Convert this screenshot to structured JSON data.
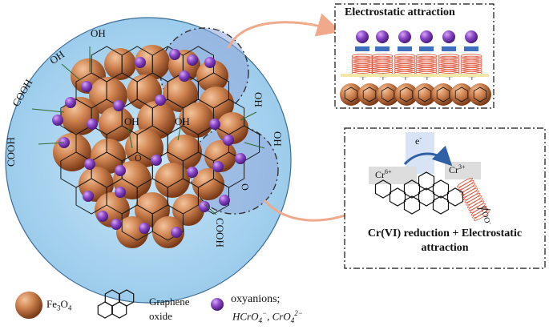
{
  "title_electrostatic": "Electrostatic attraction",
  "title_reduction": "Cr(VI) reduction + Electrostatic attraction",
  "cr6_label": "Cr6+",
  "cr3_label": "Cr3+",
  "electron_label": "e-",
  "coo_label": "COO-",
  "groups": {
    "oh_top": "OH",
    "oh_left": "OH",
    "oh_center_left": "OH",
    "oh_center_right": "OH",
    "oh_right": "OH",
    "oh_far_right": "OH",
    "cooh_left_upper": "COOH",
    "cooh_left_lower": "COOH",
    "cooh_bottom": "COOH",
    "o_mid": "O",
    "o_right": "O"
  },
  "legend": {
    "fe3o4": "Fe3O4",
    "graphene_line1": "Graphene",
    "graphene_line2": "oxide",
    "oxyanions": "oxyanions;",
    "oxyanion_formulas": "HCrO4−, CrO42−"
  },
  "colors": {
    "big_circle": "#a9d4ef",
    "fe3o4": "#c7743f",
    "oxyanion": "#7a3fb0",
    "arrow": "#f0a98a",
    "spring": "#e0563c",
    "electron_arrow": "#2f5fa5"
  }
}
